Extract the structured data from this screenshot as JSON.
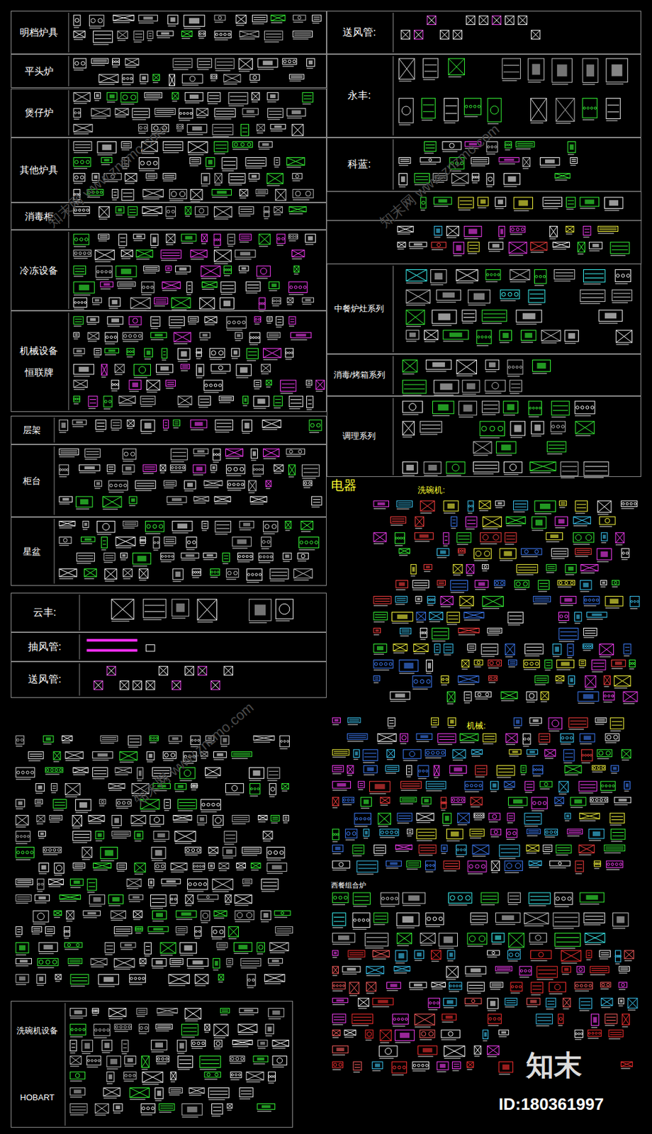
{
  "diagram": {
    "nodes": [
      {
        "text": [
          "明档炉具"
        ]
      },
      {
        "text": [
          "平头炉"
        ]
      },
      {
        "text": [
          "煲仔炉"
        ]
      },
      {
        "text": [
          "其他炉具"
        ]
      },
      {
        "text": [
          "消毒柜"
        ]
      },
      {
        "text": [
          "冷冻设备"
        ]
      },
      {
        "text": [
          "机械设备",
          "恒联牌"
        ]
      },
      {
        "text": [
          "层架"
        ]
      },
      {
        "text": [
          "柜台"
        ]
      },
      {
        "text": [
          "星盆"
        ]
      },
      {
        "text": [
          "云丰:"
        ]
      },
      {
        "text": [
          "抽风管:"
        ]
      },
      {
        "text": [
          "送风管:"
        ]
      },
      {
        "text": [
          "送风管:"
        ]
      },
      {
        "text": [
          "永丰:"
        ]
      },
      {
        "text": [
          "科蓝:"
        ]
      },
      {
        "text": [
          "中餐炉灶系列"
        ]
      },
      {
        "text": [
          "消毒/烤箱系列"
        ]
      },
      {
        "text": [
          "调理系列"
        ]
      },
      {
        "text": [
          "洗碗机设备",
          "HOBART"
        ]
      }
    ],
    "labels": [
      "电器",
      "洗碗机:",
      "机械:",
      "西餐组合炉",
      "知末网 www.znzmo.com",
      "知末网 www.znzmo.com",
      "知末网 www.znzmo.com",
      "知末",
      "ID:180361997"
    ]
  }
}
